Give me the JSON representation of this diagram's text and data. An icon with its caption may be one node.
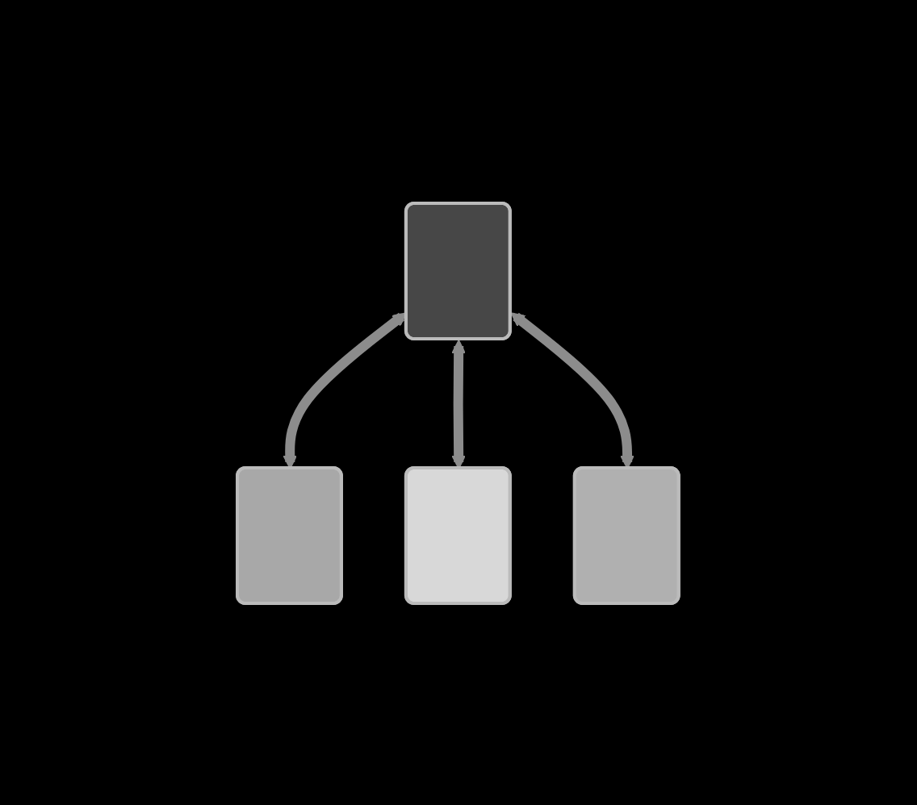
{
  "diagram": {
    "nodes": [
      {
        "text": [],
        "shape": "box"
      },
      {
        "text": [],
        "shape": "box"
      },
      {
        "text": [],
        "shape": "box"
      },
      {
        "text": [],
        "shape": "box"
      }
    ],
    "edges": [
      {
        "from": 0,
        "to": 1,
        "arrow": "both"
      },
      {
        "from": 0,
        "to": 2,
        "arrow": "both"
      },
      {
        "from": 0,
        "to": 3,
        "arrow": "both"
      }
    ]
  }
}
